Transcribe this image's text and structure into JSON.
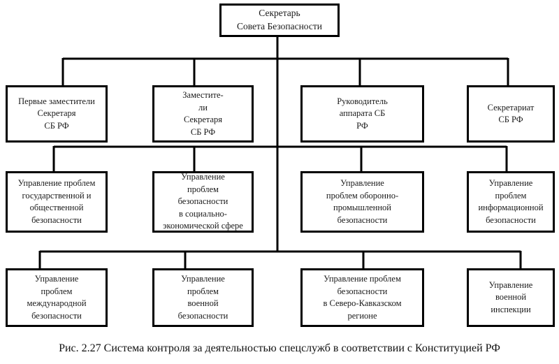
{
  "figure": {
    "caption": "Рис. 2.27 Система контроля за деятельностью спецслужб в соответствии с Конституцией РФ"
  },
  "org_chart": {
    "type": "org-tree",
    "root": {
      "label": "Секретарь\nСовета Безопасности"
    },
    "level2": [
      {
        "label": "Первые заместители\nСекретаря\nСБ РФ"
      },
      {
        "label": "Заместите-\nли\nСекретаря\nСБ РФ"
      },
      {
        "label": "Руководитель\nаппарата СБ\nРФ"
      },
      {
        "label": "Секретариат\nСБ РФ"
      }
    ],
    "level3": [
      {
        "label": "Управление проблем\nгосударственной и\nобщественной\nбезопасности"
      },
      {
        "label": "Управление\nпроблем\nбезопасности\nв социально-\nэкономической сфере"
      },
      {
        "label": "Управление\nпроблем оборонно-\nпромышленной\nбезопасности"
      },
      {
        "label": "Управление\nпроблем\nинформационной\nбезопасности"
      }
    ],
    "level4": [
      {
        "label": "Управление\nпроблем\nмеждународной\nбезопасности"
      },
      {
        "label": "Управление\nпроблем\nвоенной\nбезопасности"
      },
      {
        "label": "Управление проблем\nбезопасности\nв Северо-Кавказском\nрегионе"
      },
      {
        "label": "Управление\nвоенной\nинспекции"
      }
    ],
    "line_color": "#000000"
  }
}
